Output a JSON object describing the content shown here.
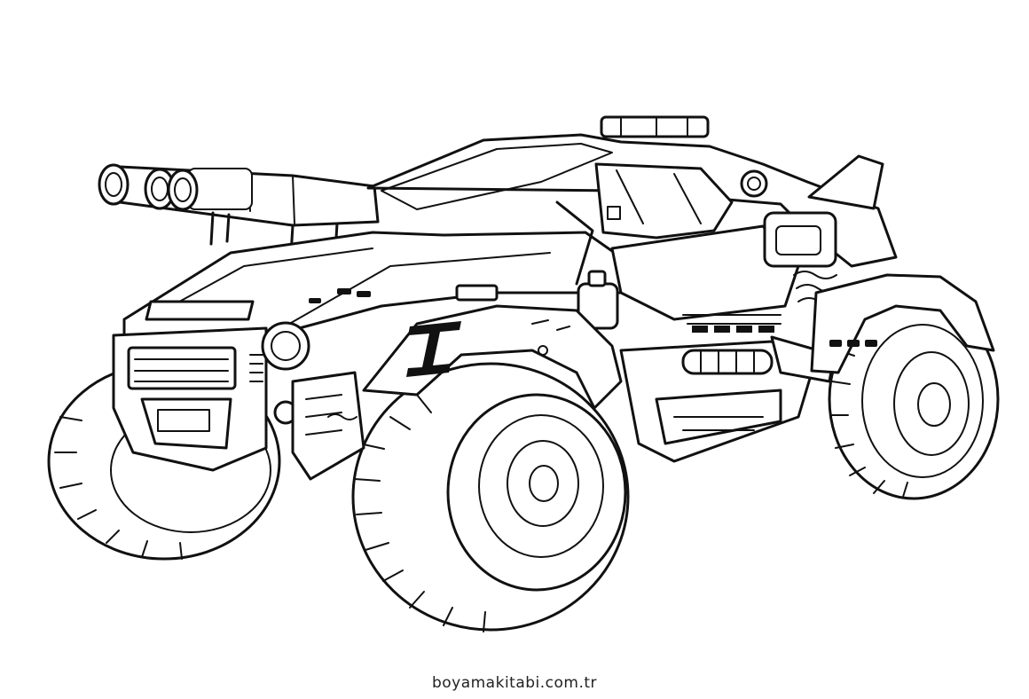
{
  "illustration": {
    "subject": "armored-offroad-vehicle",
    "style": "line-art",
    "colors": {
      "line": "#111111",
      "background": "#ffffff"
    }
  },
  "caption": {
    "site": "boyamakitabi.com.tr"
  }
}
